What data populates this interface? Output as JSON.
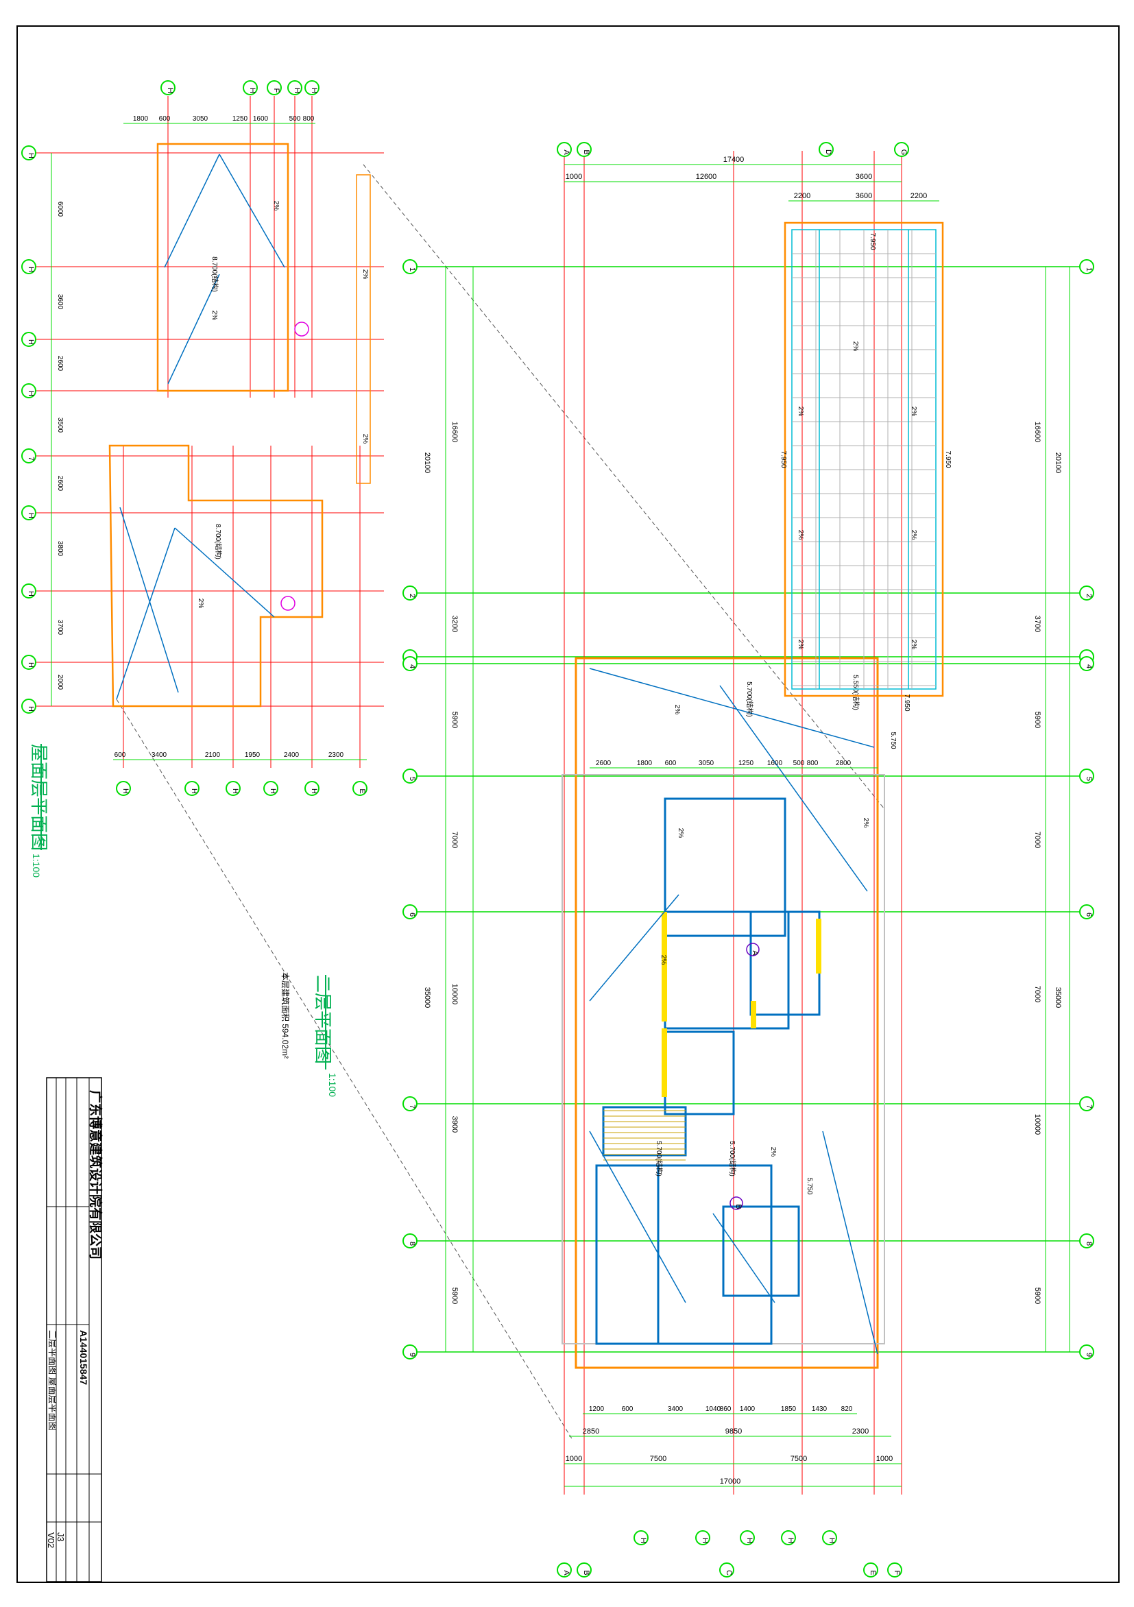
{
  "colors": {
    "grid": "#00dd00",
    "axis": "#ff0000",
    "wall": "#ff8c00",
    "slope": "#0070c0",
    "frame": "#000000",
    "cyan": "#00bcd4",
    "magenta": "#e000e0",
    "yellow": "#ffe000"
  },
  "titles": {
    "roof_plan": "屋面层平面图",
    "roof_scale": "1:100",
    "second_floor": "二层平面图",
    "second_scale": "1:100",
    "area_note": "本层建筑面积 594.02m²"
  },
  "axes": {
    "main_top": [
      "A",
      "B",
      "D",
      "G"
    ],
    "main_bottom": [
      "A",
      "B",
      "C",
      "E",
      "F"
    ],
    "main_rows": [
      "1",
      "2",
      "3",
      "4",
      "5",
      "6",
      "7",
      "8",
      "9"
    ],
    "roof_top": [
      "H",
      "H",
      "F",
      "H",
      "H"
    ],
    "roof_bottom": [
      "H",
      "H",
      "H",
      "H",
      "H",
      "E"
    ],
    "roof_rows": [
      "H",
      "H",
      "H",
      "H",
      "7",
      "H",
      "H",
      "H",
      "H"
    ]
  },
  "dims": {
    "main_top_total": "17400",
    "main_top_parts": [
      "1000",
      "12600",
      "3600"
    ],
    "main_top_sub": [
      "2200",
      "3600",
      "2200"
    ],
    "main_bottom_total": "17000",
    "main_bottom_parts": [
      "1000",
      "7500",
      "7500",
      "1000"
    ],
    "main_bottom_sub": [
      "2850",
      "9850",
      "2300"
    ],
    "main_bottom_detail": [
      "1200",
      "600",
      "3400",
      "1040",
      "860",
      "1400",
      "1850",
      "1430",
      "820"
    ],
    "left_rows": [
      "16600",
      "3200",
      "5900",
      "7000",
      "3900",
      "10000",
      "5900"
    ],
    "left_total": "20100",
    "left_total_b": "35000",
    "right_rows": [
      "16600",
      "3700",
      "5900",
      "7000",
      "10000",
      "7000",
      "5900"
    ],
    "right_total": "20100",
    "right_total_b": "35000",
    "roof_top": [
      "1800",
      "600",
      "3050",
      "1250",
      "1600",
      "500",
      "800"
    ],
    "roof_bottom": [
      "600",
      "3400",
      "2100",
      "1950",
      "2400",
      "2300"
    ],
    "roof_left": [
      "6000",
      "3600",
      "2600",
      "3500",
      "2600",
      "3800",
      "3700",
      "2000"
    ],
    "mid_row": [
      "2600",
      "1800",
      "600",
      "3050",
      "1250",
      "1600",
      "500",
      "800",
      "2800"
    ],
    "canopy": [
      "7.950",
      "7.950",
      "7.950",
      "7.950"
    ]
  },
  "labels": {
    "elev_a": "5.700(结构)",
    "elev_b": "5.550(结构)",
    "elev_c": "5.750",
    "room_a": "A",
    "room_b": "B",
    "slope": "2%",
    "roof_elev": "8.700(结构)"
  },
  "titleblock": {
    "company": "广东博意建筑设计院有限公司",
    "project_no": "A144015847",
    "drawing_title": "二层平面图  屋面层平面图",
    "sheet_no": "J3",
    "version": "V02"
  }
}
